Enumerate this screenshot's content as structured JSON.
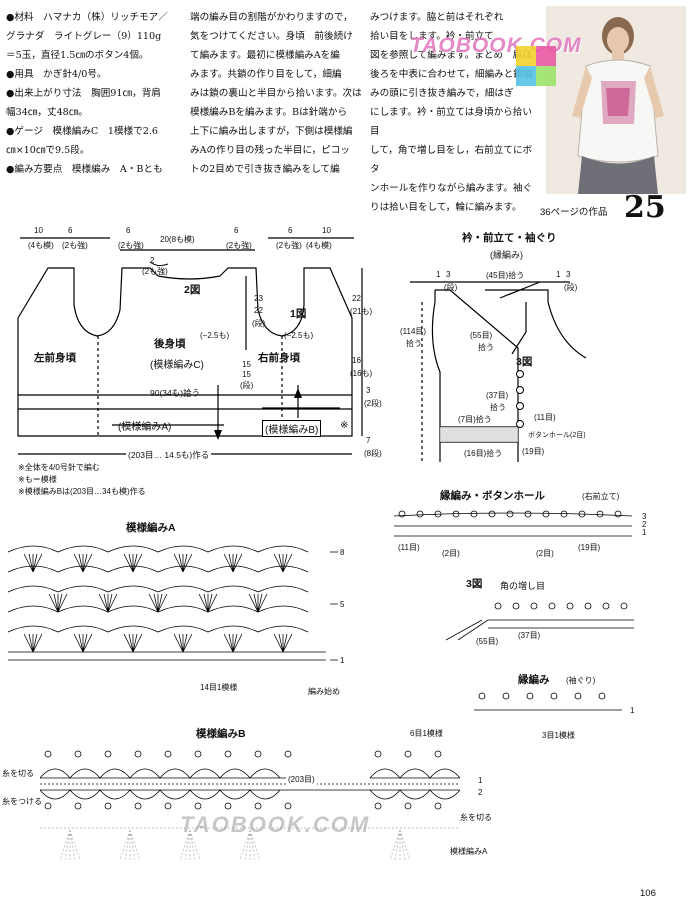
{
  "top_text": {
    "materials": [
      "●材料　ハマナカ（株）リッチモア／",
      "グラナダ　ライトグレー（9）110g",
      "＝5玉，直径1.5㎝のボタン4個。",
      "●用具　かぎ針4/0号。",
      "●出来上がり寸法　胸囲91㎝，背肩",
      "幅34㎝，丈48㎝。",
      "●ゲージ　模様編みC　1模様で2.6",
      "㎝×10㎝で9.5段。",
      "●編み方要点　模様編み　A・Bとも"
    ],
    "col2": [
      "端の編み目の割階がかわりますので，",
      "気をつけてください。身頃　前後続け",
      "て編みます。最初に模様編みAを編",
      "みます。共鎖の作り目をして，細編",
      "みは鎖の裏山と半目から拾います。次は",
      "模様編みBを編みます。Bは針端から",
      "上下に編み出しますが，下側は模様編",
      "みAの作り目の残った半目に，ピコッ",
      "トの2目めで引き抜き編みをして編"
    ],
    "col3": [
      "みつけます。脇と前はそれぞれ",
      "拾い目をします。衿・前立て",
      "図を参照して編みます。まとめ　肩は",
      "後ろを中表に合わせて，細編みと鎖編",
      "みの頭に引き抜き編みで，細はぎ",
      "にします。衿・前立ては身頃から拾い目",
      "して，角で増し目をし，右前立てにボタ",
      "ンホールを作りながら編みます。袖ぐ",
      "りは拾い目をして，輪に編みます。"
    ]
  },
  "watermarks": {
    "top": "TAOBOOK.COM",
    "bottom": "TAOBOOK.COM"
  },
  "header": {
    "ref": "36ページの作品",
    "number": "25"
  },
  "body_diagram": {
    "top_dims": [
      "10",
      "6",
      "(4も模)",
      "(2も強)",
      "6",
      "20(8も模)",
      "6",
      "(2も強)",
      "(2も強)",
      "6",
      "10",
      "(2も強)",
      "(4も模)"
    ],
    "small_dims": [
      "2",
      "(2も強)"
    ],
    "fig_label_2": "2図",
    "fig_label_1": "1図",
    "right_dims": [
      "22",
      "(21も)",
      "23",
      "22",
      "(段)",
      "16",
      "(16も)",
      "3",
      "(2段)",
      "7",
      "(8段)"
    ],
    "left_dims": [
      "15",
      "15",
      "(段)"
    ],
    "minus_left": "(−2.5も)",
    "minus_right": "(−2.5も)",
    "left_front": "左前身頃",
    "back": "後身頃",
    "back_pattern": "(模様編みC)",
    "right_front": "右前身頃",
    "pickup": "90(34も)拾う",
    "pattern_a": "(模様編みA)",
    "pattern_b": "(模様編みB)",
    "asterisk": "※",
    "bottom": "(203目… 14.5も)作る"
  },
  "notes": [
    "※全体を4/0号針で編む",
    "※も＝模様",
    "※模様編みBは(203目…34も模)作る"
  ],
  "collar_diagram": {
    "title": "衿・前立て・袖ぐり",
    "subtitle": "(縁編み)",
    "labels": [
      "1",
      "3",
      "(段)",
      "(45目)拾う",
      "1",
      "3",
      "(段)",
      "(114目)",
      "拾う",
      "(55目)",
      "拾う",
      "3図",
      "(37目)",
      "拾う",
      "(7目)拾う",
      "(11目)",
      "ボタンホール(2目)",
      "(16目)拾う",
      "(19目)"
    ]
  },
  "buttonhole": {
    "title": "縁編み・ボタンホール",
    "suffix": "(右前立て)",
    "labels": [
      "3",
      "2",
      "1",
      "(11目)",
      "(2目)",
      "(2目)",
      "(19目)"
    ]
  },
  "fig3": {
    "title": "3図",
    "subtitle": "角の増し目",
    "labels": [
      "(37目)",
      "(55目)"
    ]
  },
  "edging": {
    "title": "縁編み",
    "suffix": "(袖ぐり)",
    "labels": [
      "1",
      "3目1模様"
    ]
  },
  "pattern_a": {
    "title": "模様編みA",
    "rows": [
      "8",
      "5",
      "1"
    ],
    "repeat": "14目1模様",
    "start": "編み始め"
  },
  "pattern_b": {
    "title": "模様編みB",
    "repeat": "6目1模様",
    "count": "(203目)",
    "left": [
      "糸を切る",
      "糸をつける"
    ],
    "right": [
      "1",
      "2",
      "糸を切る"
    ],
    "pattern_a_ref": "模様編みA"
  },
  "page_number": "106"
}
